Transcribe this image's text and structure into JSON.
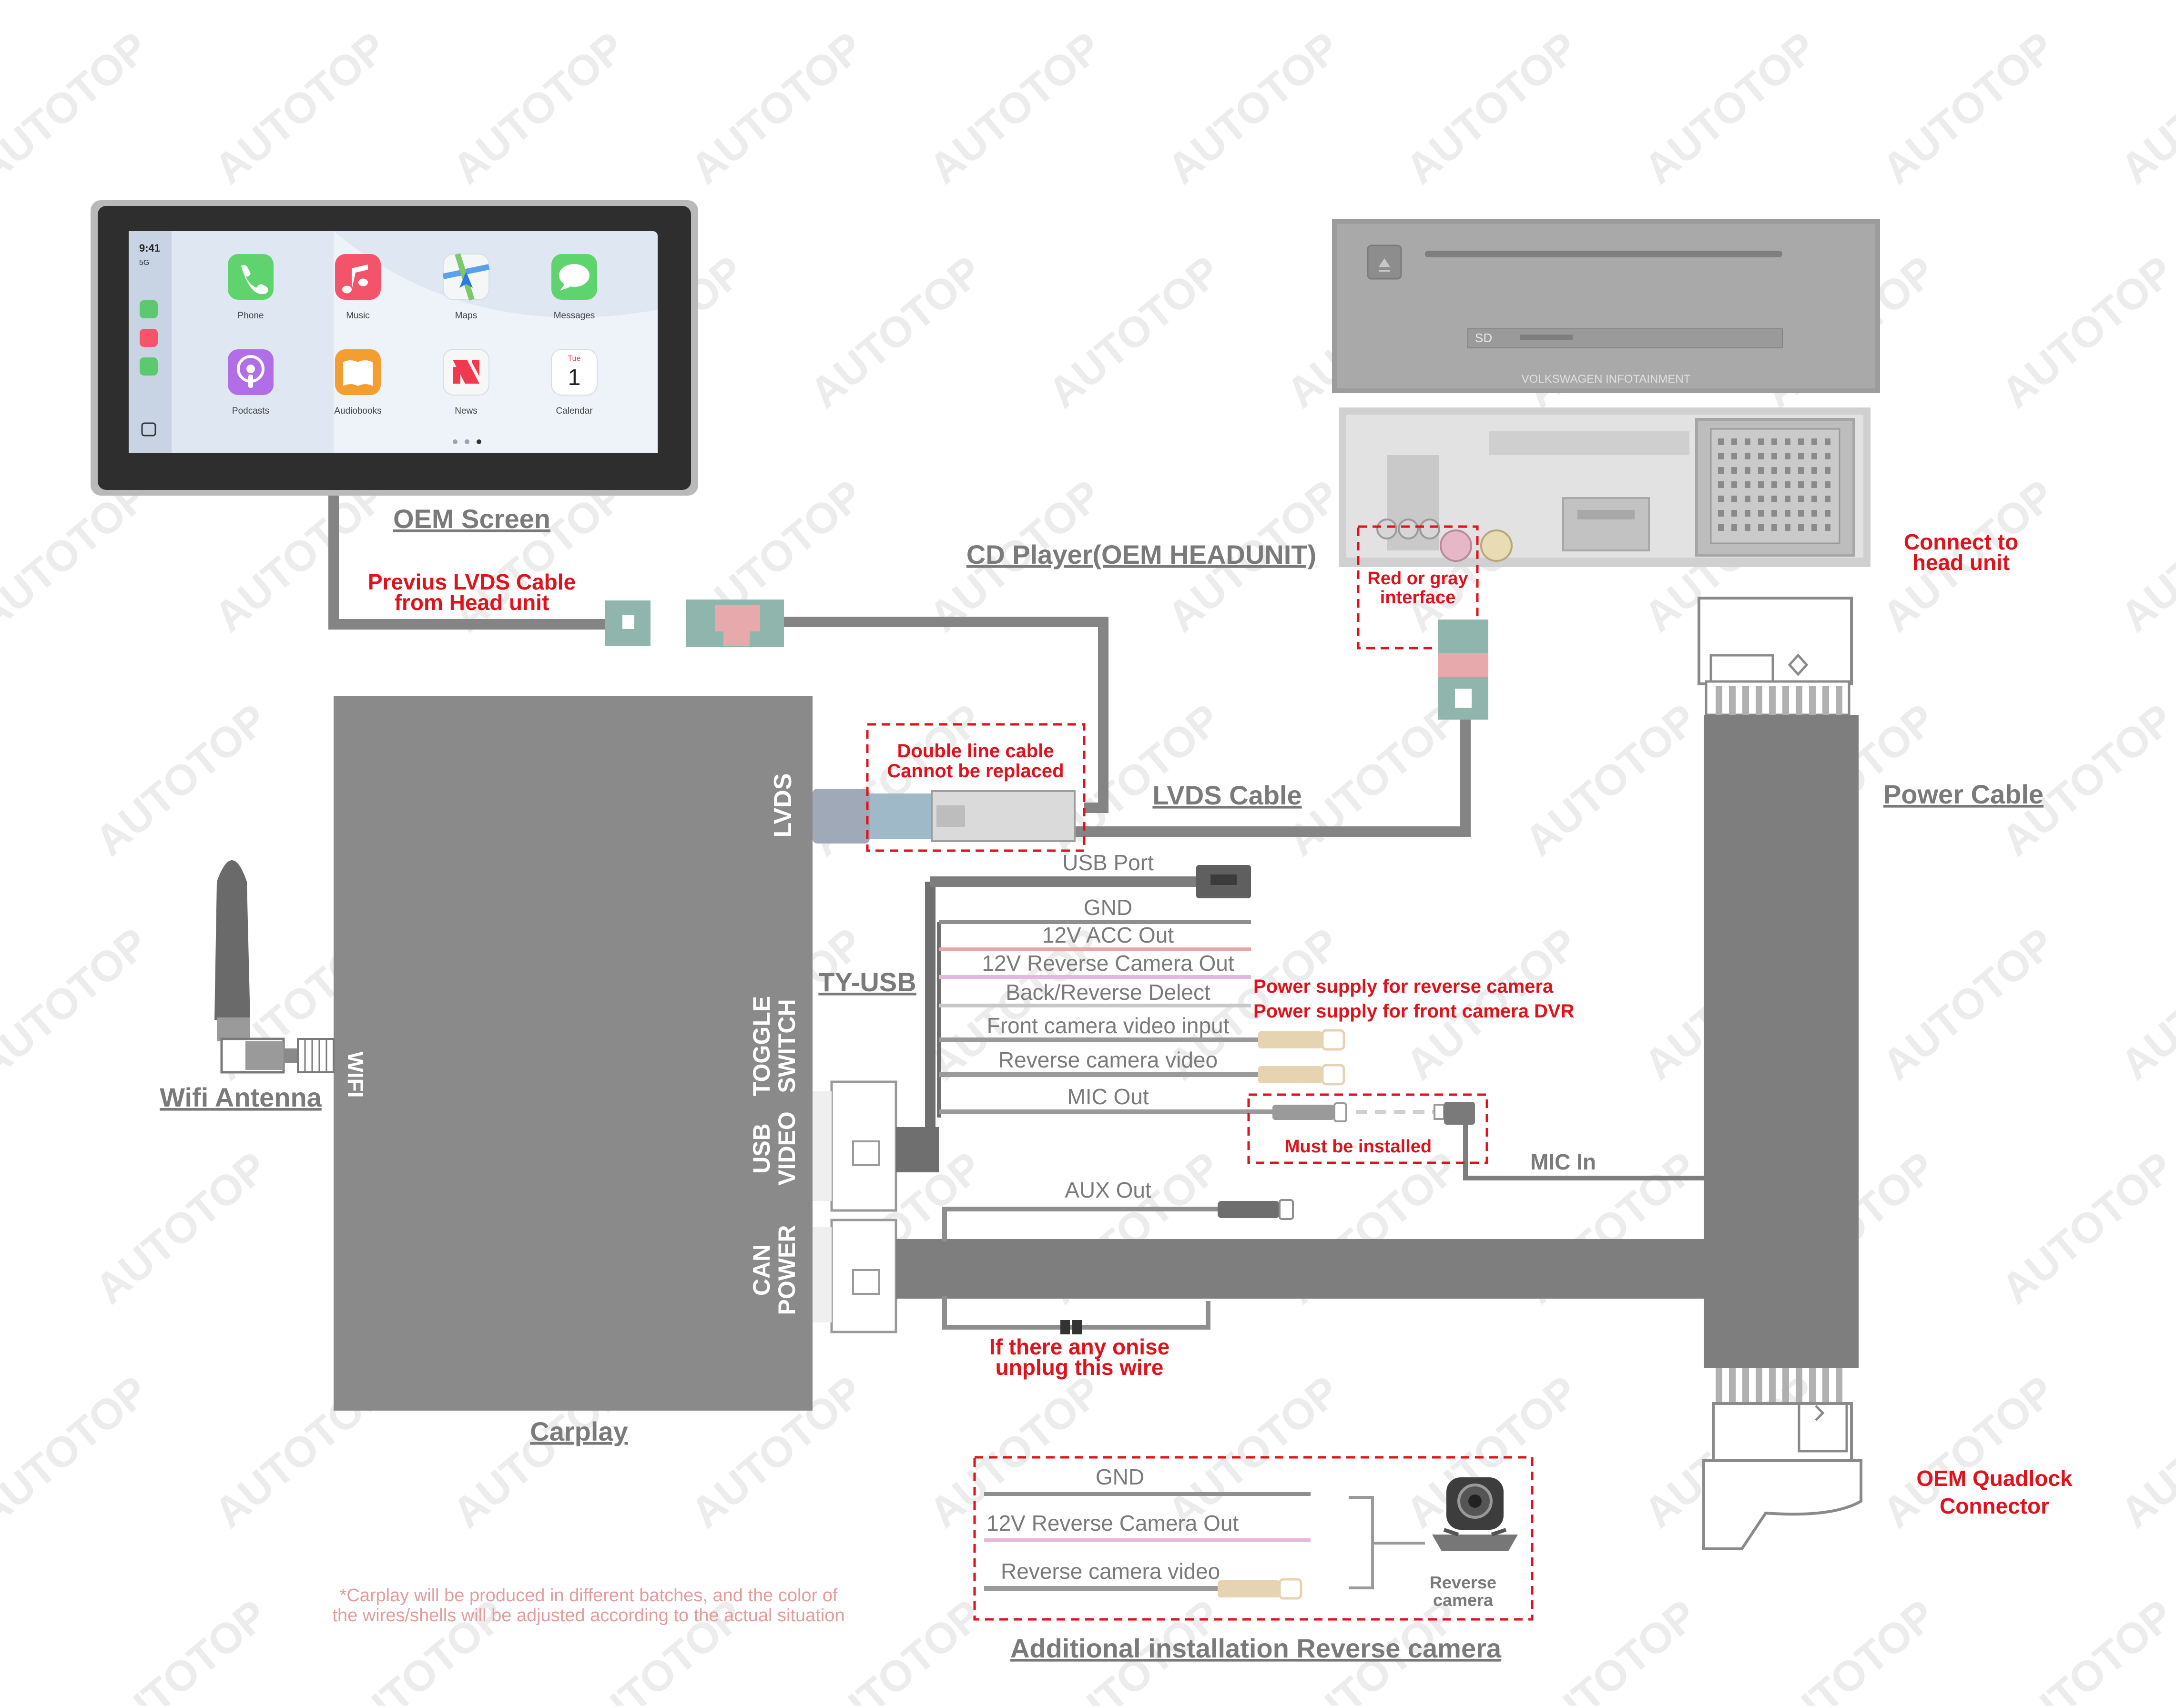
{
  "colors": {
    "wire": "#848484",
    "module": "#8a8a8a",
    "label_grey": "#7a7a7a",
    "label_red": "#e0121b",
    "note_pink": "#e69b9b",
    "wire_pink": "#e6b8e0",
    "wire_red": "#e7a7a7",
    "rca_beige": "#e6d3b1",
    "connector_teal": "#8fb5ad",
    "connector_pink": "#e8a9ad",
    "watermark": "#ececec"
  },
  "watermark": "AUTOTOP",
  "oem_screen": {
    "label": "OEM Screen",
    "status_time": "9:41",
    "status_signal": "5G",
    "apps": [
      "Phone",
      "Music",
      "Maps",
      "Messages",
      "Podcasts",
      "Audiobooks",
      "News",
      "Calendar"
    ],
    "calendar_day": "Tue",
    "calendar_date": "1",
    "icons": [
      "phone-icon",
      "music-icon",
      "maps-icon",
      "messages-icon",
      "podcasts-icon",
      "audiobooks-icon",
      "news-icon",
      "calendar-icon"
    ]
  },
  "cd_player": {
    "label": "CD Player(OEM HEADUNIT)",
    "sd_label": "SD",
    "brand": "VOLKSWAGEN INFOTAINMENT"
  },
  "notes": {
    "previous_lvds_line1": "Previus LVDS Cable",
    "previous_lvds_line2": "from Head unit",
    "red_gray_line1": "Red or gray",
    "red_gray_line2": "interface",
    "connect_head_unit_line1": "Connect to",
    "connect_head_unit_line2": "head unit",
    "double_line_line1": "Double line cable",
    "double_line_line2": "Cannot be replaced",
    "power_reverse": "Power supply  for reverse camera",
    "power_front": "Power supply for front camera DVR",
    "must_installed": "Must be installed",
    "onise_line1": "If there any onise",
    "onise_line2": "unplug this wire",
    "oem_quadlock_line1": "OEM Quadlock",
    "oem_quadlock_line2": "Connector",
    "batch_line1": "*Carplay will be produced in different batches, and the color of",
    "batch_line2": "the wires/shells will be adjusted according to the actual situation"
  },
  "labels": {
    "lvds_cable": "LVDS Cable",
    "power_cable": "Power Cable",
    "ty_usb": "TY-USB",
    "wifi_antenna": "Wifi Antenna",
    "carplay": "Carplay",
    "mic_in": "MIC In",
    "additional_install": "Additional installation Reverse camera"
  },
  "carplay_module": {
    "ports": {
      "lvds": "LVDS",
      "toggle_1": "TOGGLE",
      "toggle_2": "SWITCH",
      "usb_1": "USB",
      "usb_2": "VIDEO",
      "can_1": "CAN",
      "can_2": "POWER",
      "wifi": "WIFI"
    }
  },
  "wires": [
    {
      "label": "USB Port",
      "color": "#7d7d7d"
    },
    {
      "label": "GND",
      "color": "#8e8e8e"
    },
    {
      "label": "12V ACC Out",
      "color": "#e7a7a7"
    },
    {
      "label": "12V Reverse Camera Out",
      "color": "#e6b8e0"
    },
    {
      "label": "Back/Reverse Delect",
      "color": "#c8c8c8"
    },
    {
      "label": "Front camera video input",
      "color": "#9a9a9a"
    },
    {
      "label": "Reverse camera video",
      "color": "#9a9a9a"
    },
    {
      "label": "MIC Out",
      "color": "#9a9a9a"
    },
    {
      "label": "AUX Out",
      "color": "#9a9a9a"
    }
  ],
  "reverse_camera_box": {
    "wires": [
      "GND",
      "12V Reverse Camera Out",
      "Reverse camera video"
    ],
    "camera_line1": "Reverse",
    "camera_line2": "camera"
  }
}
